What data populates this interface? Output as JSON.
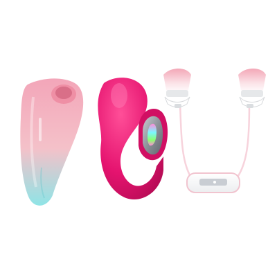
{
  "products": [
    {
      "id": "suction-stimulator",
      "colors": {
        "top": "#f2a3b8",
        "bottom": "#8fe3e6"
      }
    },
    {
      "id": "wearable-egg",
      "colors": {
        "body": "#e8146f",
        "panel": "#9aa0a8"
      }
    },
    {
      "id": "nipple-clamps",
      "colors": {
        "clamp_top": "#f2aebb",
        "clamp_bottom": "#ffffff",
        "wire": "#ffe0e8",
        "controller": "#ffffff",
        "controller_trim": "#f4c7d2"
      }
    }
  ]
}
